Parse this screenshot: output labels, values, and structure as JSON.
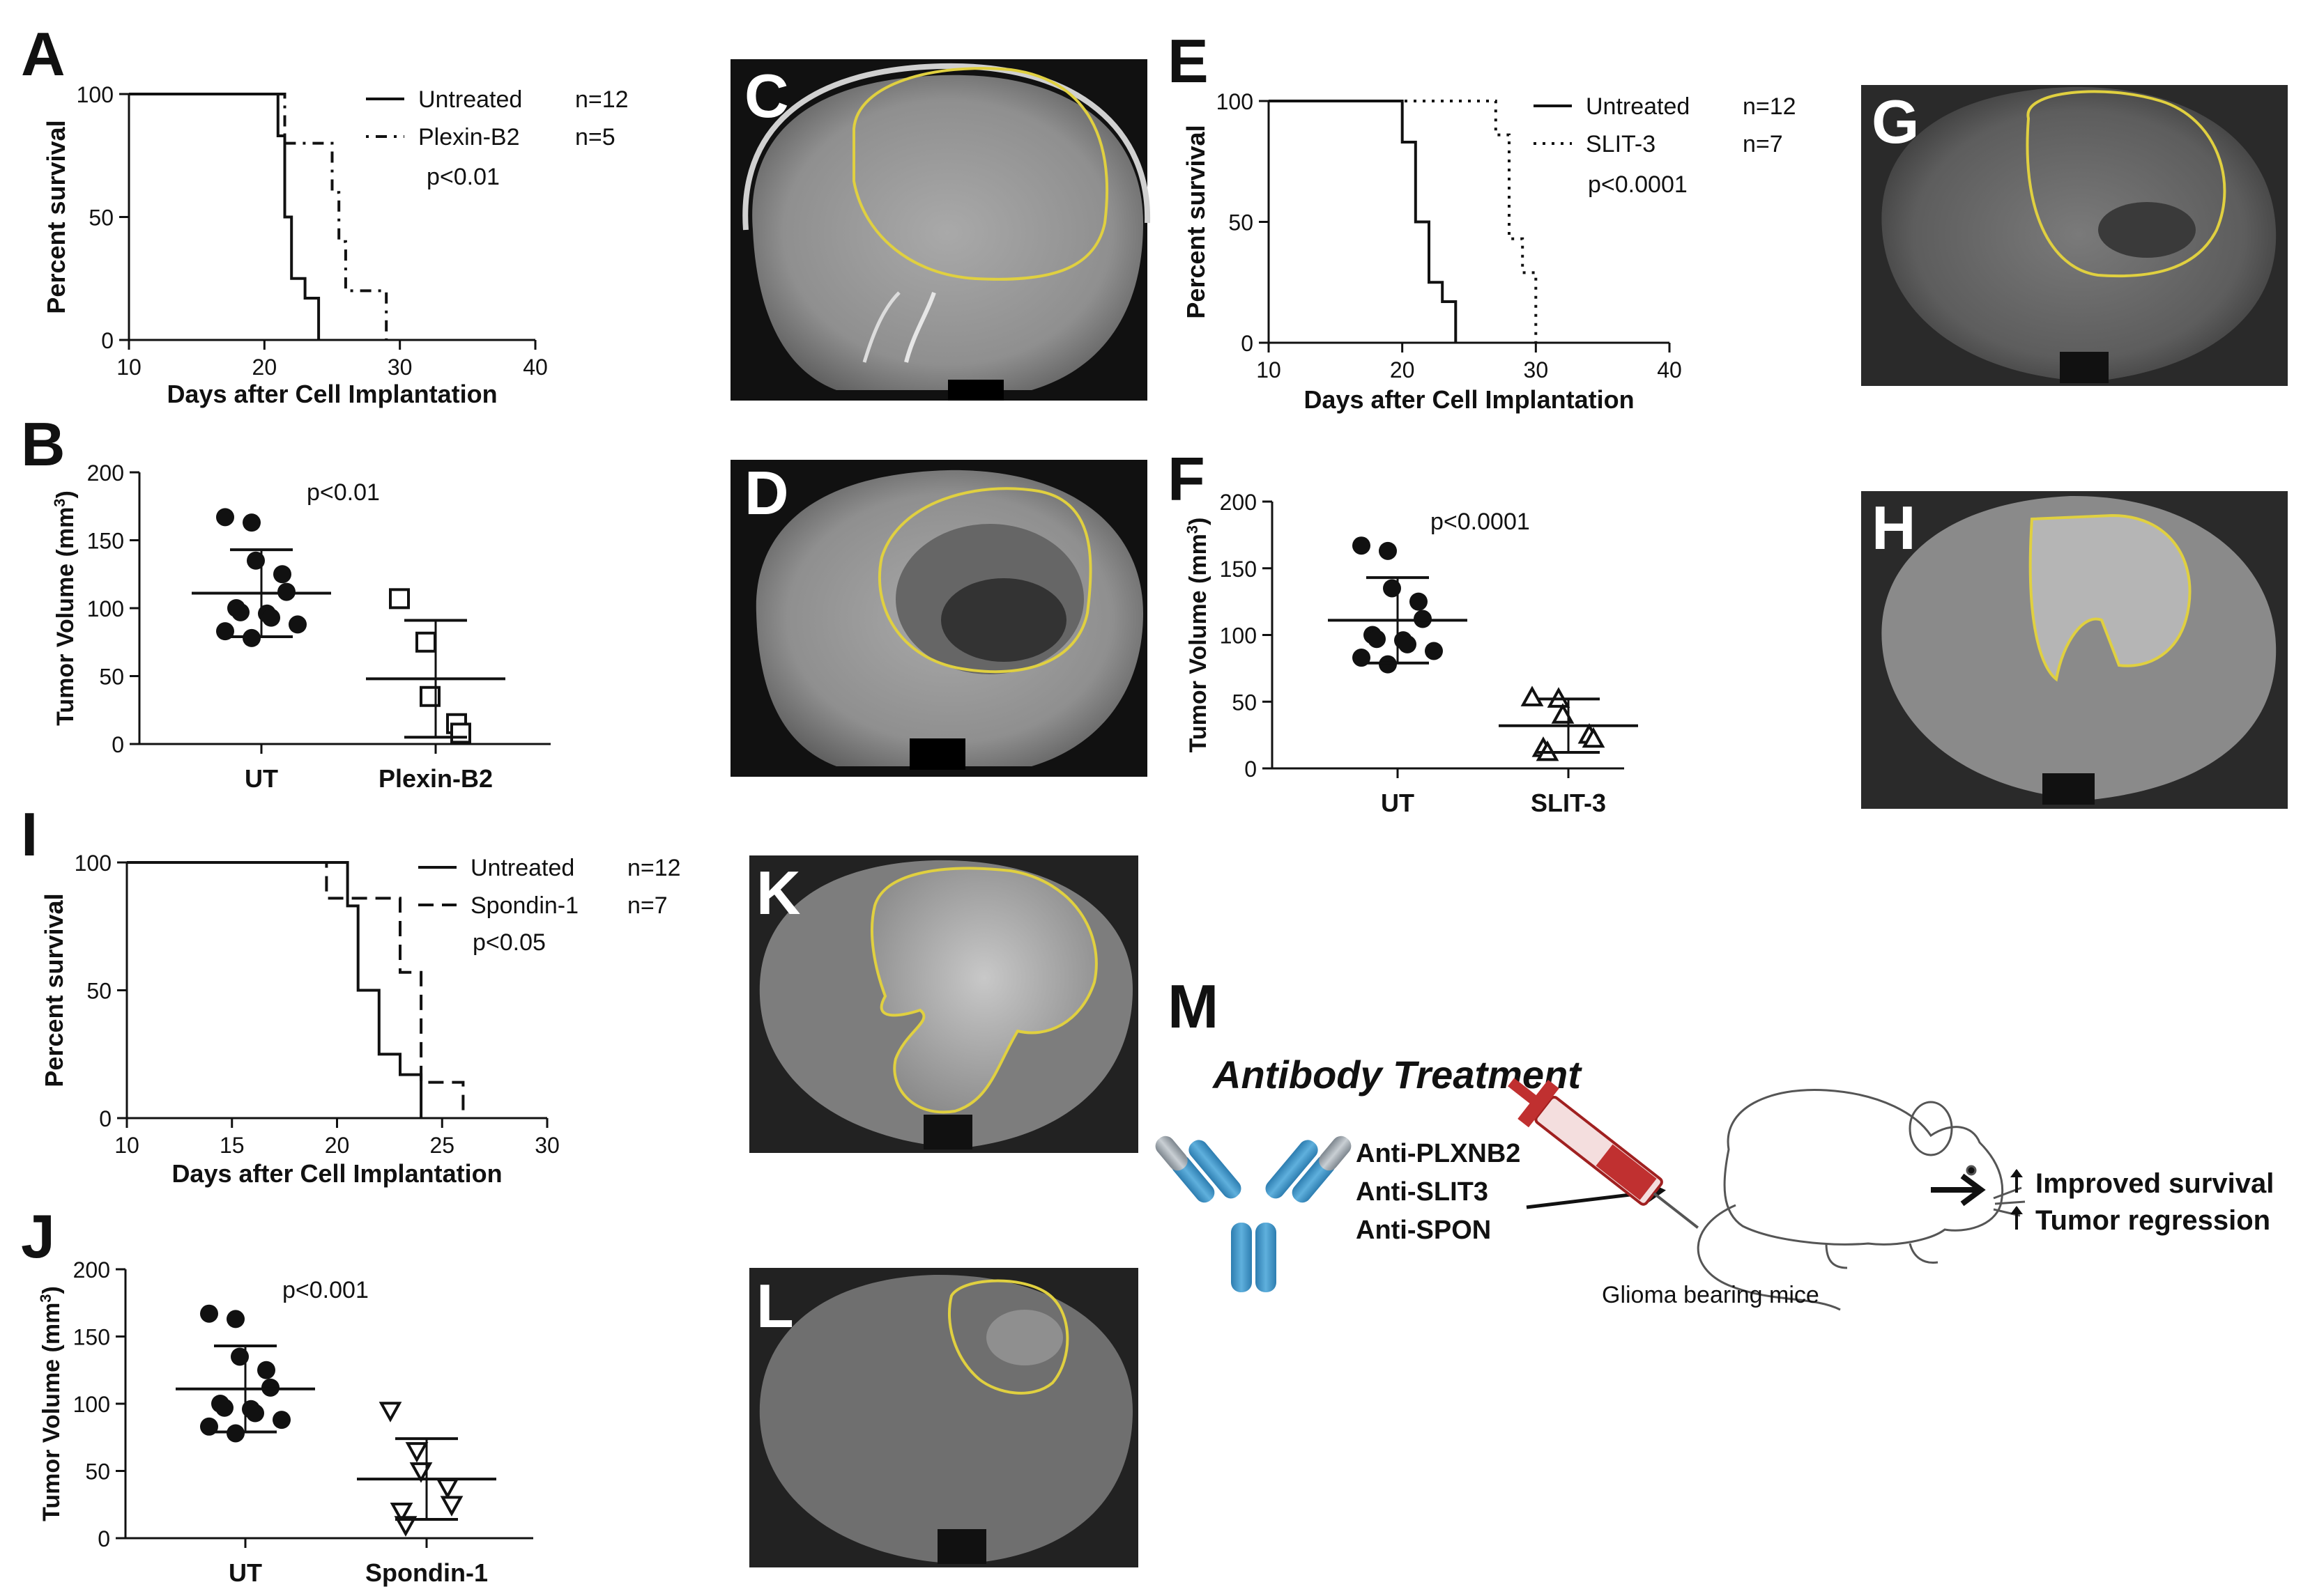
{
  "panel_labels": {
    "A": "A",
    "B": "B",
    "C": "C",
    "D": "D",
    "E": "E",
    "F": "F",
    "G": "G",
    "H": "H",
    "I": "I",
    "J": "J",
    "K": "K",
    "L": "L",
    "M": "M"
  },
  "chart_data": [
    {
      "id": "A",
      "type": "line",
      "xlabel": "Days after Cell Implantation",
      "ylabel": "Percent survival",
      "xlim": [
        10,
        40
      ],
      "ylim": [
        0,
        100
      ],
      "xticks": [
        "10",
        "20",
        "30",
        "40"
      ],
      "yticks": [
        "0",
        "50",
        "100"
      ],
      "legend_placement": "top-right",
      "legend": [
        {
          "name": "Untreated",
          "n": "n=12",
          "style": "solid"
        },
        {
          "name": "Plexin-B2",
          "n": "n=5",
          "style": "dotdash"
        }
      ],
      "pvalue": "p<0.01",
      "series": [
        {
          "name": "Untreated",
          "style": "solid",
          "x": [
            10,
            21,
            21,
            21.5,
            21.5,
            22,
            22,
            23,
            23,
            24,
            24
          ],
          "y": [
            100,
            100,
            83,
            83,
            50,
            50,
            25,
            25,
            17,
            17,
            0
          ]
        },
        {
          "name": "Plexin-B2",
          "style": "dotdash",
          "x": [
            10,
            21.5,
            21.5,
            25,
            25,
            25.5,
            25.5,
            26,
            26,
            29,
            29
          ],
          "y": [
            100,
            100,
            80,
            80,
            60,
            60,
            40,
            40,
            20,
            20,
            0
          ]
        }
      ]
    },
    {
      "id": "B",
      "type": "scatter",
      "ylabel": "Tumor Volume (mm3)",
      "ylim": [
        0,
        200
      ],
      "yticks": [
        "0",
        "50",
        "100",
        "150",
        "200"
      ],
      "categories": [
        "UT",
        "Plexin-B2"
      ],
      "pvalue": "p<0.01",
      "groups": [
        {
          "name": "UT",
          "marker": "filled-circle",
          "values": [
            167,
            163,
            135,
            125,
            112,
            100,
            97,
            96,
            93,
            88,
            83,
            78
          ],
          "mean": 111,
          "sd": 32
        },
        {
          "name": "Plexin-B2",
          "marker": "open-square",
          "values": [
            107,
            75,
            35,
            15,
            8
          ],
          "mean": 48,
          "sd": 43
        }
      ]
    },
    {
      "id": "E",
      "type": "line",
      "xlabel": "Days after Cell Implantation",
      "ylabel": "Percent survival",
      "xlim": [
        10,
        40
      ],
      "ylim": [
        0,
        100
      ],
      "xticks": [
        "10",
        "20",
        "30",
        "40"
      ],
      "yticks": [
        "0",
        "50",
        "100"
      ],
      "legend_placement": "top-right",
      "legend": [
        {
          "name": "Untreated",
          "n": "n=12",
          "style": "solid"
        },
        {
          "name": "SLIT-3",
          "n": "n=7",
          "style": "dotted"
        }
      ],
      "pvalue": "p<0.0001",
      "series": [
        {
          "name": "Untreated",
          "style": "solid",
          "x": [
            10,
            20,
            20,
            21,
            21,
            22,
            22,
            23,
            23,
            24,
            24
          ],
          "y": [
            100,
            100,
            83,
            83,
            50,
            50,
            25,
            25,
            17,
            17,
            0
          ]
        },
        {
          "name": "SLIT-3",
          "style": "dotted",
          "x": [
            10,
            27,
            27,
            28,
            28,
            29,
            29,
            30,
            30
          ],
          "y": [
            100,
            100,
            86,
            86,
            43,
            43,
            29,
            29,
            0
          ]
        }
      ]
    },
    {
      "id": "F",
      "type": "scatter",
      "ylabel": "Tumor Volume (mm3)",
      "ylim": [
        0,
        200
      ],
      "yticks": [
        "0",
        "50",
        "100",
        "150",
        "200"
      ],
      "categories": [
        "UT",
        "SLIT-3"
      ],
      "pvalue": "p<0.0001",
      "groups": [
        {
          "name": "UT",
          "marker": "filled-circle",
          "values": [
            167,
            163,
            135,
            125,
            112,
            100,
            97,
            96,
            93,
            88,
            83,
            78
          ],
          "mean": 111,
          "sd": 32
        },
        {
          "name": "SLIT-3",
          "marker": "open-triangle",
          "values": [
            53,
            52,
            40,
            25,
            22,
            15,
            12
          ],
          "mean": 32,
          "sd": 20
        }
      ]
    },
    {
      "id": "I",
      "type": "line",
      "xlabel": "Days after Cell Implantation",
      "ylabel": "Percent survival",
      "xlim": [
        10,
        30
      ],
      "ylim": [
        0,
        100
      ],
      "xticks": [
        "10",
        "15",
        "20",
        "25",
        "30"
      ],
      "yticks": [
        "0",
        "50",
        "100"
      ],
      "legend_placement": "top-right",
      "legend": [
        {
          "name": "Untreated",
          "n": "n=12",
          "style": "solid"
        },
        {
          "name": "Spondin-1",
          "n": "n=7",
          "style": "dashed"
        }
      ],
      "pvalue": "p<0.05",
      "series": [
        {
          "name": "Untreated",
          "style": "solid",
          "x": [
            10,
            20.5,
            20.5,
            21,
            21,
            22,
            22,
            23,
            23,
            24,
            24
          ],
          "y": [
            100,
            100,
            83,
            83,
            50,
            50,
            25,
            25,
            17,
            17,
            0
          ]
        },
        {
          "name": "Spondin-1",
          "style": "dashed",
          "x": [
            10,
            19.5,
            19.5,
            20,
            20,
            23,
            23,
            24,
            24,
            26,
            26
          ],
          "y": [
            100,
            100,
            86,
            86,
            86,
            86,
            57,
            57,
            14,
            14,
            0
          ]
        }
      ]
    },
    {
      "id": "J",
      "type": "scatter",
      "ylabel": "Tumor Volume (mm3)",
      "ylim": [
        0,
        200
      ],
      "yticks": [
        "0",
        "50",
        "100",
        "150",
        "200"
      ],
      "categories": [
        "UT",
        "Spondin-1"
      ],
      "pvalue": "p<0.001",
      "groups": [
        {
          "name": "UT",
          "marker": "filled-circle",
          "values": [
            167,
            163,
            135,
            125,
            112,
            100,
            97,
            96,
            93,
            88,
            83,
            78
          ],
          "mean": 111,
          "sd": 32
        },
        {
          "name": "Spondin-1",
          "marker": "open-inverted-triangle",
          "values": [
            95,
            65,
            50,
            38,
            25,
            20,
            10
          ],
          "mean": 44,
          "sd": 30
        }
      ]
    }
  ],
  "schematic": {
    "title": "Antibody Treatment",
    "antibodies": [
      "Anti-PLXNB2",
      "Anti-SLIT3",
      "Anti-SPON"
    ],
    "mice_caption": "Glioma bearing mice",
    "outcomes": [
      "Improved survival",
      "Tumor regression"
    ]
  },
  "colors": {
    "ink": "#111111",
    "tumor_outline": "#e0d040",
    "antibody_blue": "#3a8fc0",
    "antibody_gray": "#9aa3ab",
    "syringe_red": "#c03030"
  }
}
